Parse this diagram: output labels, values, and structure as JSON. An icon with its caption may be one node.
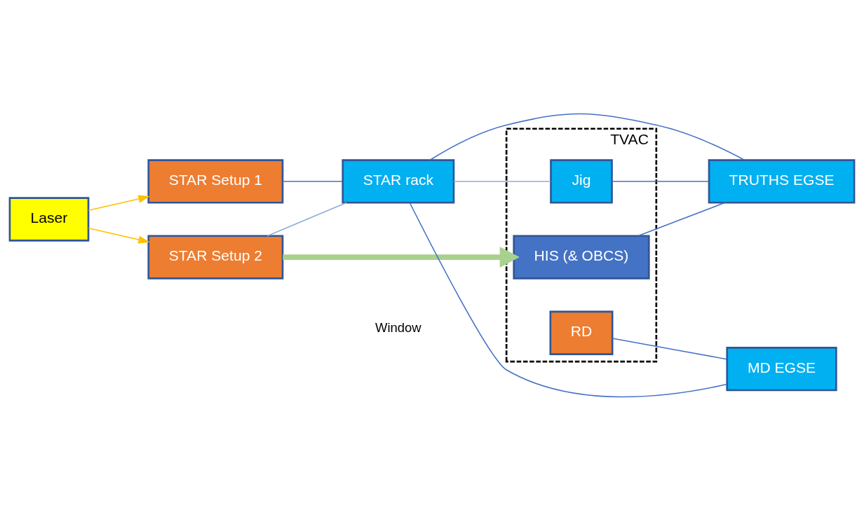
{
  "diagram": {
    "nodes": [
      {
        "text": [
          "TVAC"
        ]
      },
      {
        "text": [
          "STAR Setup 1"
        ]
      },
      {
        "text": [
          "STAR Setup 2"
        ]
      },
      {
        "text": [
          "Jig"
        ],
        "in": 0
      },
      {
        "text": [
          "HIS (& OBCS)"
        ],
        "in": 0
      },
      {
        "text": [
          "RD"
        ],
        "in": 0
      },
      {
        "text": [
          "Laser"
        ]
      },
      {
        "text": [
          "STAR rack"
        ]
      },
      {
        "text": [
          "MD EGSE"
        ]
      },
      {
        "text": [
          "TRUTHS EGSE"
        ]
      }
    ],
    "edges": [
      {
        "from": 2,
        "to": 4,
        "arrow": "to",
        "style": "thick",
        "color": "#a9d18e"
      },
      {
        "from": 6,
        "to": 1,
        "arrow": "to",
        "color": "#ffc000"
      },
      {
        "from": 6,
        "to": 2,
        "arrow": "to",
        "color": "#ffc000"
      },
      {
        "from": 1,
        "to": 7,
        "arrow": "none"
      },
      {
        "from": 2,
        "to": 7,
        "arrow": "none",
        "color": "#8faadc"
      },
      {
        "from": 7,
        "to": 8,
        "arrow": "none"
      },
      {
        "from": 7,
        "to": 3,
        "arrow": "none",
        "color": "#8faadc"
      },
      {
        "from": 7,
        "to": 9,
        "arrow": "none"
      },
      {
        "from": 5,
        "to": 8,
        "arrow": "none"
      },
      {
        "from": 4,
        "to": 9,
        "arrow": "none"
      },
      {
        "from": 3,
        "to": 9,
        "arrow": "none"
      }
    ],
    "labels": [
      "Window"
    ]
  }
}
